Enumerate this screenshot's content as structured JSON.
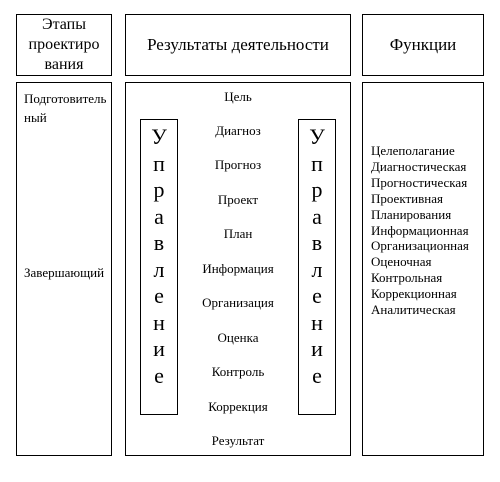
{
  "headers": {
    "stages_lines": [
      "Этапы",
      "проектиро",
      "вания"
    ],
    "results": "Результаты деятельности",
    "functions": "Функции"
  },
  "stages": {
    "preparatory": "Подготовительный",
    "final": "Завершающий"
  },
  "results": {
    "steps": [
      "Цель",
      "Диагноз",
      "Прогноз",
      "Проект",
      "План",
      "Информация",
      "Организация",
      "Оценка",
      "Контроль",
      "Коррекция",
      "Результат"
    ],
    "management_letters": [
      "У",
      "п",
      "р",
      "а",
      "в",
      "л",
      "е",
      "н",
      "и",
      "е"
    ]
  },
  "functions": {
    "items": [
      "Целеполагание",
      "Диагностическая",
      "Прогностическая",
      "Проективная",
      "Планирования",
      "Информационная",
      "Организационная",
      "Оценочная",
      "Контрольная",
      "Коррекционная",
      "Аналитическая"
    ]
  }
}
